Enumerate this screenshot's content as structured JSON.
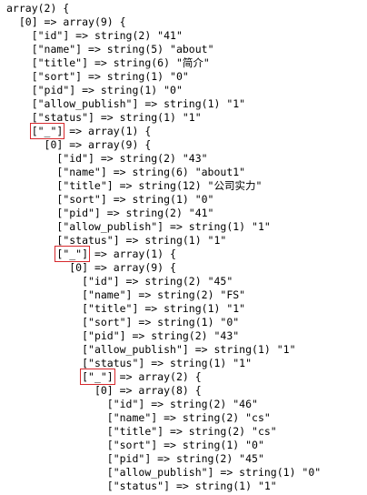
{
  "dump": {
    "lines": [
      {
        "indent": 0,
        "text": "array(2) {"
      },
      {
        "indent": 2,
        "text": "[0] => array(9) {"
      },
      {
        "indent": 4,
        "text": "[\"id\"] => string(2) \"41\""
      },
      {
        "indent": 4,
        "text": "[\"name\"] => string(5) \"about\""
      },
      {
        "indent": 4,
        "text": "[\"title\"] => string(6) \"简介\""
      },
      {
        "indent": 4,
        "text": "[\"sort\"] => string(1) \"0\""
      },
      {
        "indent": 4,
        "text": "[\"pid\"] => string(1) \"0\""
      },
      {
        "indent": 4,
        "text": "[\"allow_publish\"] => string(1) \"1\""
      },
      {
        "indent": 4,
        "text": "[\"status\"] => string(1) \"1\""
      },
      {
        "indent": 4,
        "key": "[\"_\"]",
        "rest": " => array(1) {"
      },
      {
        "indent": 6,
        "text": "[0] => array(9) {"
      },
      {
        "indent": 8,
        "text": "[\"id\"] => string(2) \"43\""
      },
      {
        "indent": 8,
        "text": "[\"name\"] => string(6) \"about1\""
      },
      {
        "indent": 8,
        "text": "[\"title\"] => string(12) \"公司实力\""
      },
      {
        "indent": 8,
        "text": "[\"sort\"] => string(1) \"0\""
      },
      {
        "indent": 8,
        "text": "[\"pid\"] => string(2) \"41\""
      },
      {
        "indent": 8,
        "text": "[\"allow_publish\"] => string(1) \"1\""
      },
      {
        "indent": 8,
        "text": "[\"status\"] => string(1) \"1\""
      },
      {
        "indent": 8,
        "key": "[\"_\"]",
        "rest": " => array(1) {"
      },
      {
        "indent": 10,
        "text": "[0] => array(9) {"
      },
      {
        "indent": 12,
        "text": "[\"id\"] => string(2) \"45\""
      },
      {
        "indent": 12,
        "text": "[\"name\"] => string(2) \"FS\""
      },
      {
        "indent": 12,
        "text": "[\"title\"] => string(1) \"1\""
      },
      {
        "indent": 12,
        "text": "[\"sort\"] => string(1) \"0\""
      },
      {
        "indent": 12,
        "text": "[\"pid\"] => string(2) \"43\""
      },
      {
        "indent": 12,
        "text": "[\"allow_publish\"] => string(1) \"1\""
      },
      {
        "indent": 12,
        "text": "[\"status\"] => string(1) \"1\""
      },
      {
        "indent": 12,
        "key": "[\"_\"]",
        "rest": " => array(2) {"
      },
      {
        "indent": 14,
        "text": "[0] => array(8) {"
      },
      {
        "indent": 16,
        "text": "[\"id\"] => string(2) \"46\""
      },
      {
        "indent": 16,
        "text": "[\"name\"] => string(2) \"cs\""
      },
      {
        "indent": 16,
        "text": "[\"title\"] => string(2) \"cs\""
      },
      {
        "indent": 16,
        "text": "[\"sort\"] => string(1) \"0\""
      },
      {
        "indent": 16,
        "text": "[\"pid\"] => string(2) \"45\""
      },
      {
        "indent": 16,
        "text": "[\"allow_publish\"] => string(1) \"0\""
      },
      {
        "indent": 16,
        "text": "[\"status\"] => string(1) \"1\""
      }
    ]
  },
  "colors": {
    "text": "#000000",
    "highlight_box": "#d6282c",
    "background": "#ffffff"
  }
}
